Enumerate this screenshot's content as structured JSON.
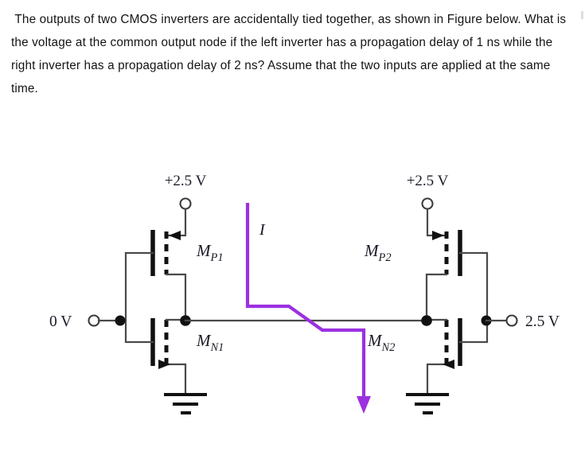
{
  "question": {
    "text": " The outputs of two CMOS inverters are accidentally tied together, as shown in Figure below. What is the voltage at the common output node if the left inverter has a propagation delay of 1 ns while the right inverter has a propagation delay of 2 ns? Assume that the two inputs are applied at the same time."
  },
  "figure": {
    "supply_left_label": "+2.5 V",
    "supply_right_label": "+2.5 V",
    "input_left_label": "0 V",
    "input_right_label": "2.5 V",
    "current_label": "I",
    "devices": [
      {
        "id": "mp1",
        "base": "M",
        "sub": "P1",
        "type": "pmos",
        "side": "left"
      },
      {
        "id": "mn1",
        "base": "M",
        "sub": "N1",
        "type": "nmos",
        "side": "left"
      },
      {
        "id": "mp2",
        "base": "M",
        "sub": "P2",
        "type": "pmos",
        "side": "right"
      },
      {
        "id": "mn2",
        "base": "M",
        "sub": "N2",
        "type": "nmos",
        "side": "right"
      }
    ],
    "colors": {
      "wire": "#4a4a4a",
      "device": "#111111",
      "current": "#9b30e0",
      "label": "#1b1b28",
      "text": "#141414"
    }
  }
}
